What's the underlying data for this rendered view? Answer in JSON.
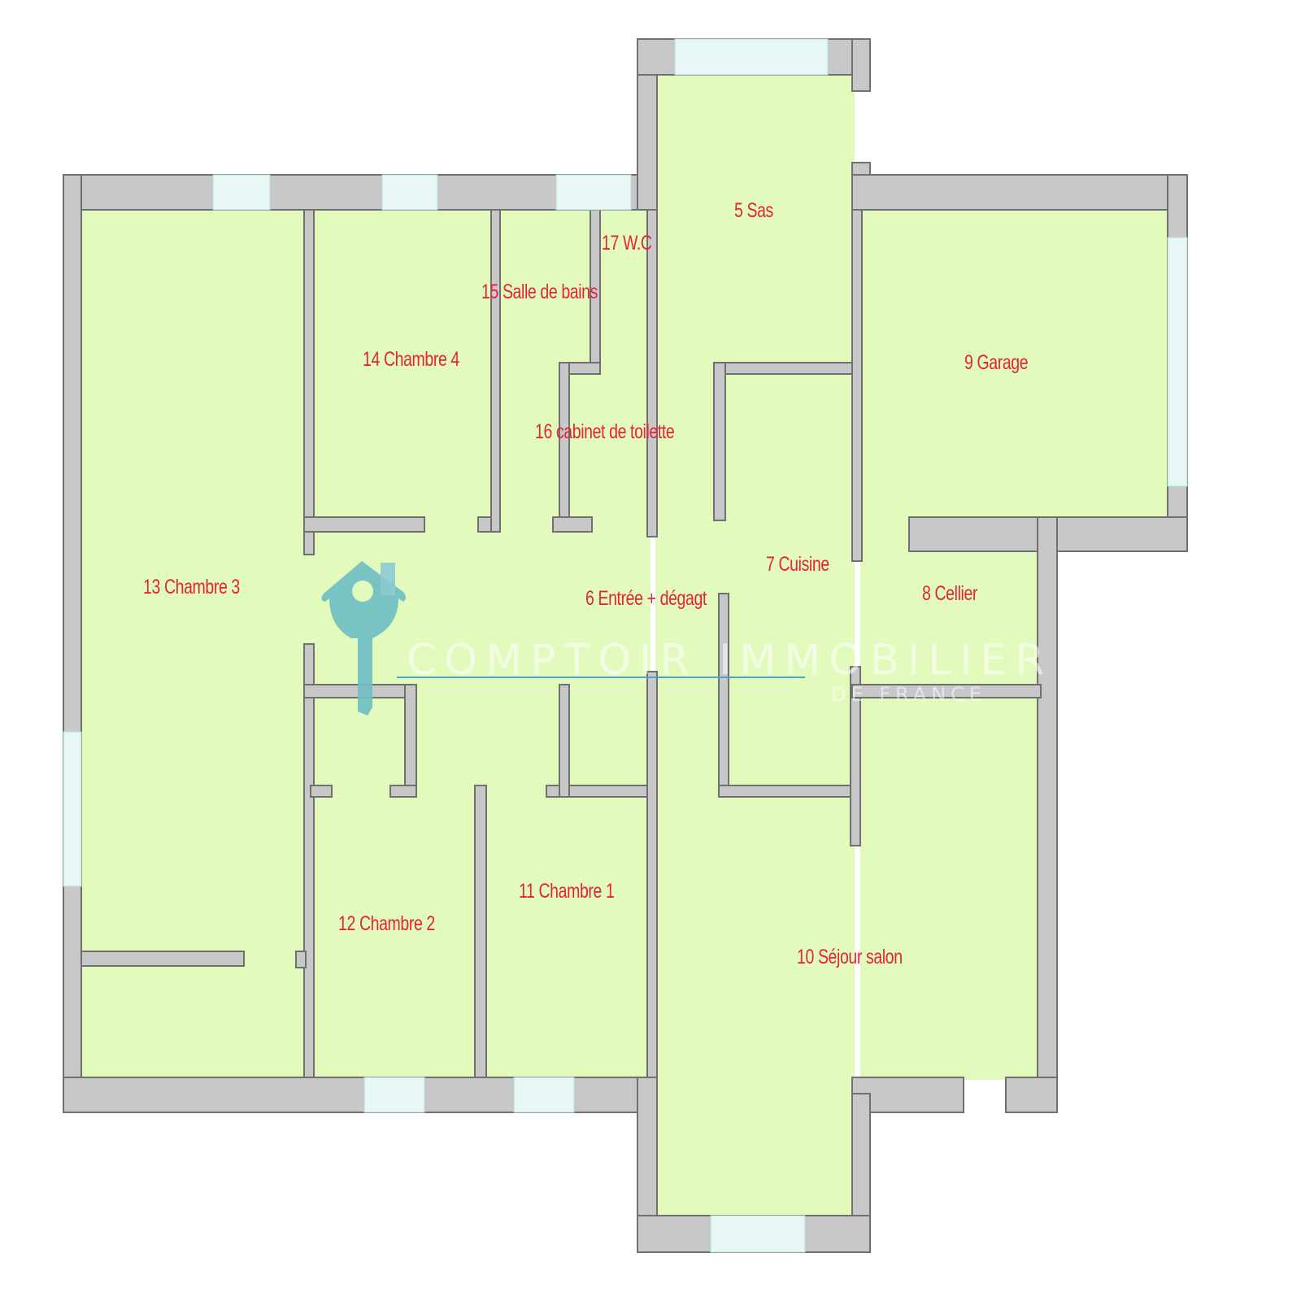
{
  "rooms": {
    "r5": "5 Sas",
    "r6": "6 Entrée + dégagt",
    "r7": "7 Cuisine",
    "r8": "8 Cellier",
    "r9": "9 Garage",
    "r10": "10 Séjour salon",
    "r11": "11 Chambre 1",
    "r12": "12 Chambre 2",
    "r13": "13 Chambre 3",
    "r14": "14 Chambre 4",
    "r15": "15 Salle de bains",
    "r16": "16 cabinet de toilette",
    "r17": "17 W.C"
  },
  "watermark": {
    "title": "COMPTOIR IMMOBILIER",
    "subtitle": "DE FRANCE"
  },
  "colors": {
    "floor": "#e2fbbd",
    "wall": "#c8c8c8",
    "wall_edge": "#707070",
    "label": "#e4233a",
    "window": "#e6f7f5",
    "logo": "#6fbcc4"
  }
}
